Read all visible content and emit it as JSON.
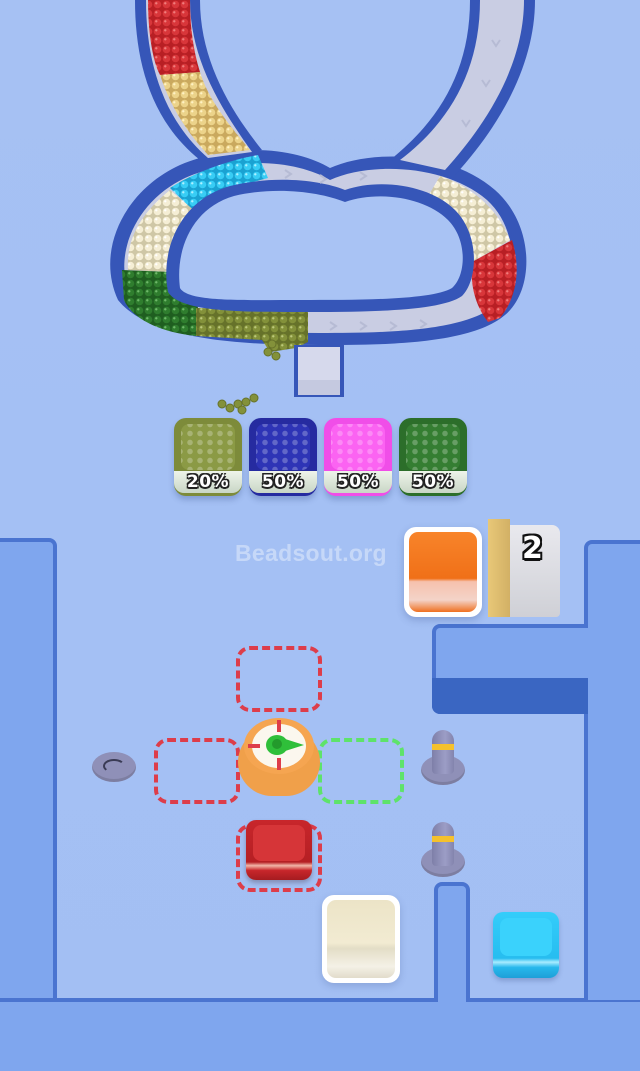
{
  "game": {
    "watermark": "Beadsout.org",
    "colors": {
      "background": "#a6c1f3",
      "track_border": "#3656b8",
      "track_floor": "#c9cde3",
      "wall": "#7fa6ee",
      "wall_border": "#4a74d0"
    }
  },
  "track": {
    "bead_segments": [
      {
        "color": "red",
        "hex": "#d42c2c"
      },
      {
        "color": "yellow",
        "hex": "#ecd27c"
      },
      {
        "color": "cyan",
        "hex": "#2fc8f0"
      },
      {
        "color": "cream",
        "hex": "#f3ecd1"
      },
      {
        "color": "dark-green",
        "hex": "#2f7d2e"
      },
      {
        "color": "olive",
        "hex": "#7f8d35"
      },
      {
        "color": "cream",
        "hex": "#f3ecd1"
      },
      {
        "color": "red",
        "hex": "#d42c2c"
      }
    ]
  },
  "bins": [
    {
      "color": "olive",
      "hex": "#7d8b3a",
      "inner": "#8b9a45",
      "label": "20%"
    },
    {
      "color": "navy",
      "hex": "#262ba0",
      "inner": "#2e34b6",
      "label": "50%"
    },
    {
      "color": "magenta",
      "hex": "#f04ee8",
      "inner": "#fb63f2",
      "label": "50%"
    },
    {
      "color": "dark-green",
      "hex": "#2c6e2a",
      "inner": "#357e32",
      "label": "50%"
    }
  ],
  "queue": {
    "next_box_color": "#f57a1e",
    "count": "2"
  },
  "board": {
    "boxes": [
      {
        "name": "red-box",
        "hex": "#c8262b"
      },
      {
        "name": "cream-box",
        "hex": "#efe8cf"
      },
      {
        "name": "cyan-box",
        "hex": "#2bc4f4"
      }
    ],
    "slots": [
      {
        "name": "slot-top",
        "state": "blocked",
        "hex": "#dd3d4a"
      },
      {
        "name": "slot-left",
        "state": "blocked",
        "hex": "#dd3d4a"
      },
      {
        "name": "slot-right",
        "state": "available",
        "hex": "#5ee36a"
      },
      {
        "name": "slot-red-box",
        "state": "blocked",
        "hex": "#dd3d4a"
      }
    ],
    "rotator": {
      "pointer_direction": "right",
      "pointer_color": "#2fbf3a"
    }
  }
}
